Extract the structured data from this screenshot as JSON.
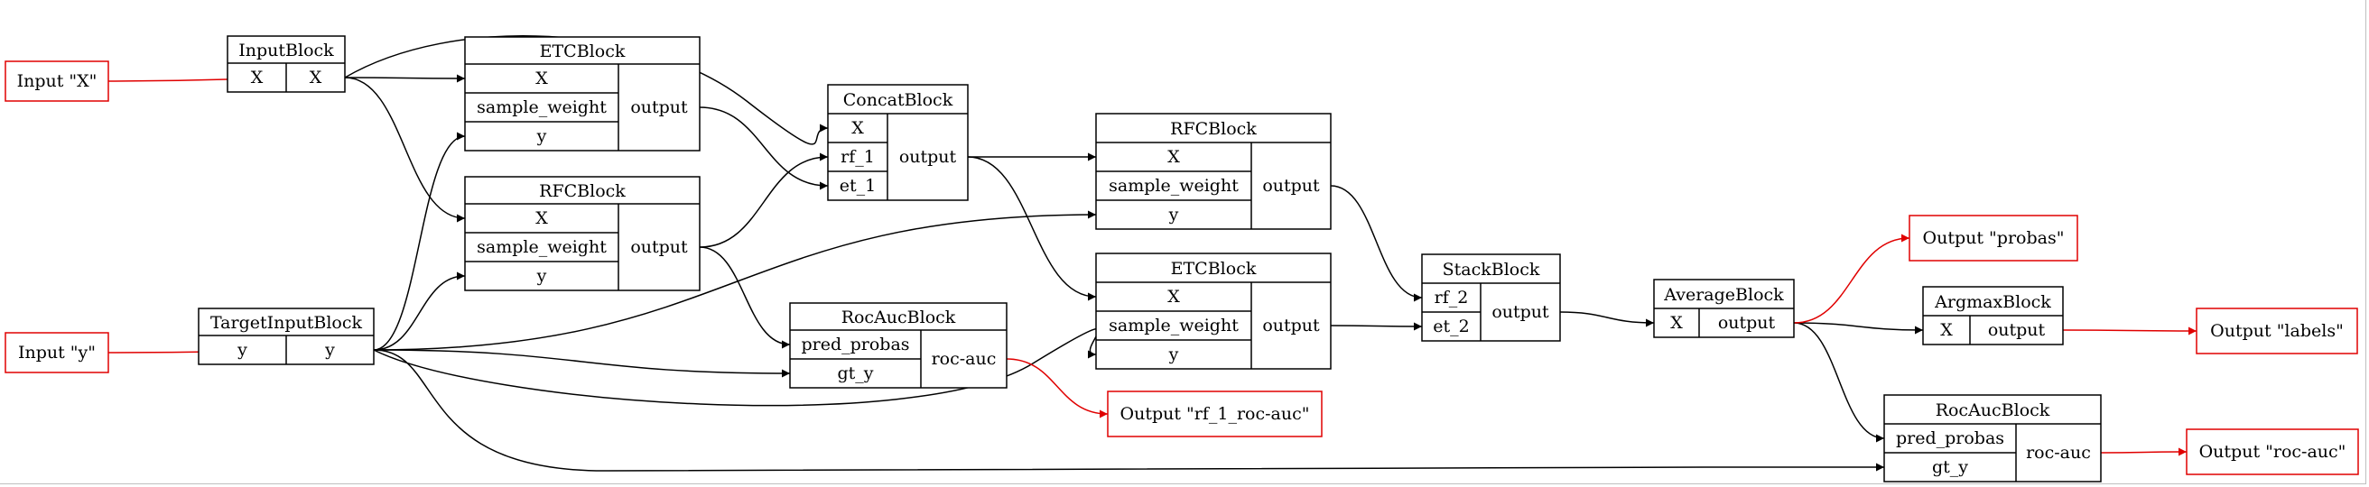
{
  "colors": {
    "edge": "#000000",
    "output_edge": "#e00000",
    "io_border": "#e00000",
    "node_border": "#000000"
  },
  "inputs": [
    {
      "id": "in_X",
      "label": "Input \"X\""
    },
    {
      "id": "in_y",
      "label": "Input \"y\""
    }
  ],
  "outputs": [
    {
      "id": "out_rf1",
      "label": "Output \"rf_1_roc-auc\""
    },
    {
      "id": "out_probas",
      "label": "Output \"probas\""
    },
    {
      "id": "out_labels",
      "label": "Output \"labels\""
    },
    {
      "id": "out_rocauc",
      "label": "Output \"roc-auc\""
    }
  ],
  "blocks": [
    {
      "id": "input_block",
      "title": "InputBlock",
      "inputs": [
        "X"
      ],
      "outputs": [
        "X"
      ]
    },
    {
      "id": "target_block",
      "title": "TargetInputBlock",
      "inputs": [
        "y"
      ],
      "outputs": [
        "y"
      ]
    },
    {
      "id": "etc1",
      "title": "ETCBlock",
      "inputs": [
        "X",
        "sample_weight",
        "y"
      ],
      "outputs": [
        "output"
      ]
    },
    {
      "id": "rfc1",
      "title": "RFCBlock",
      "inputs": [
        "X",
        "sample_weight",
        "y"
      ],
      "outputs": [
        "output"
      ]
    },
    {
      "id": "concat",
      "title": "ConcatBlock",
      "inputs": [
        "X",
        "rf_1",
        "et_1"
      ],
      "outputs": [
        "output"
      ]
    },
    {
      "id": "rocauc1",
      "title": "RocAucBlock",
      "inputs": [
        "pred_probas",
        "gt_y"
      ],
      "outputs": [
        "roc-auc"
      ]
    },
    {
      "id": "rfc2",
      "title": "RFCBlock",
      "inputs": [
        "X",
        "sample_weight",
        "y"
      ],
      "outputs": [
        "output"
      ]
    },
    {
      "id": "etc2",
      "title": "ETCBlock",
      "inputs": [
        "X",
        "sample_weight",
        "y"
      ],
      "outputs": [
        "output"
      ]
    },
    {
      "id": "stack",
      "title": "StackBlock",
      "inputs": [
        "rf_2",
        "et_2"
      ],
      "outputs": [
        "output"
      ]
    },
    {
      "id": "average",
      "title": "AverageBlock",
      "inputs": [
        "X"
      ],
      "outputs": [
        "output"
      ]
    },
    {
      "id": "argmax",
      "title": "ArgmaxBlock",
      "inputs": [
        "X"
      ],
      "outputs": [
        "output"
      ]
    },
    {
      "id": "rocauc2",
      "title": "RocAucBlock",
      "inputs": [
        "pred_probas",
        "gt_y"
      ],
      "outputs": [
        "roc-auc"
      ]
    }
  ],
  "edges": [
    {
      "from": "in_X",
      "to": "input_block.X",
      "kind": "io"
    },
    {
      "from": "in_y",
      "to": "target_block.y",
      "kind": "io"
    },
    {
      "from": "input_block.X",
      "to": "etc1.X"
    },
    {
      "from": "input_block.X",
      "to": "rfc1.X"
    },
    {
      "from": "input_block.X",
      "to": "concat.X"
    },
    {
      "from": "target_block.y",
      "to": "etc1.y"
    },
    {
      "from": "target_block.y",
      "to": "rfc1.y"
    },
    {
      "from": "target_block.y",
      "to": "rfc2.y"
    },
    {
      "from": "target_block.y",
      "to": "rocauc1.gt_y"
    },
    {
      "from": "target_block.y",
      "to": "etc2.y"
    },
    {
      "from": "target_block.y",
      "to": "rocauc2.gt_y"
    },
    {
      "from": "etc1.output",
      "to": "concat.et_1"
    },
    {
      "from": "rfc1.output",
      "to": "concat.rf_1"
    },
    {
      "from": "rfc1.output",
      "to": "rocauc1.pred_probas"
    },
    {
      "from": "concat.output",
      "to": "rfc2.X"
    },
    {
      "from": "concat.output",
      "to": "etc2.X"
    },
    {
      "from": "rfc2.output",
      "to": "stack.rf_2"
    },
    {
      "from": "etc2.output",
      "to": "stack.et_2"
    },
    {
      "from": "stack.output",
      "to": "average.X"
    },
    {
      "from": "average.output",
      "to": "argmax.X"
    },
    {
      "from": "average.output",
      "to": "rocauc2.pred_probas"
    },
    {
      "from": "average.output",
      "to": "out_probas",
      "kind": "io"
    },
    {
      "from": "argmax.output",
      "to": "out_labels",
      "kind": "io"
    },
    {
      "from": "rocauc1.roc-auc",
      "to": "out_rf1",
      "kind": "io"
    },
    {
      "from": "rocauc2.roc-auc",
      "to": "out_rocauc",
      "kind": "io"
    }
  ]
}
